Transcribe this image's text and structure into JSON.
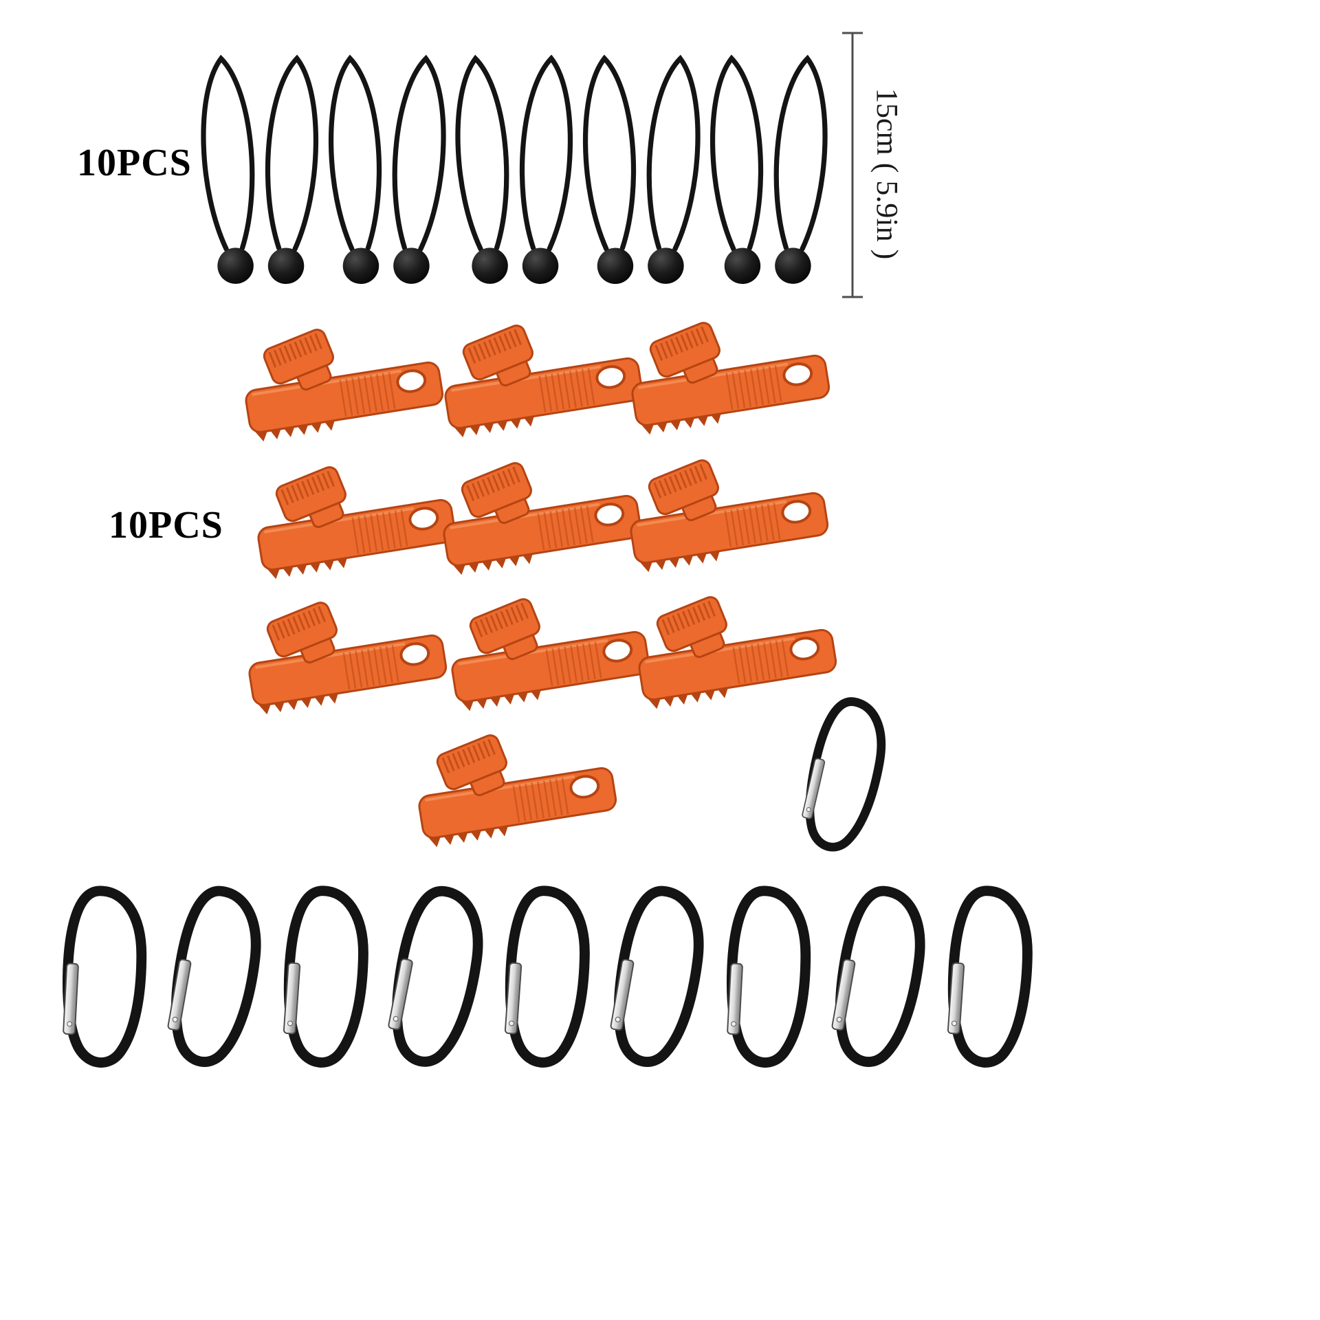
{
  "product_image": {
    "background": "#ffffff",
    "bungee_section": {
      "count_label": "10PCS",
      "count": 10,
      "measurement_label": "15cm ( 5.9in )",
      "cord_color": "#141414"
    },
    "clip_section": {
      "count_label": "10PCS",
      "count": 10,
      "clip_color": "#ec6a2d",
      "clip_dark_color": "#b54413",
      "clip_light_color": "#f79a63"
    },
    "carabiner_section": {
      "count": 10,
      "body_color": "#141414",
      "gate_color": "#d9d9d9"
    }
  }
}
